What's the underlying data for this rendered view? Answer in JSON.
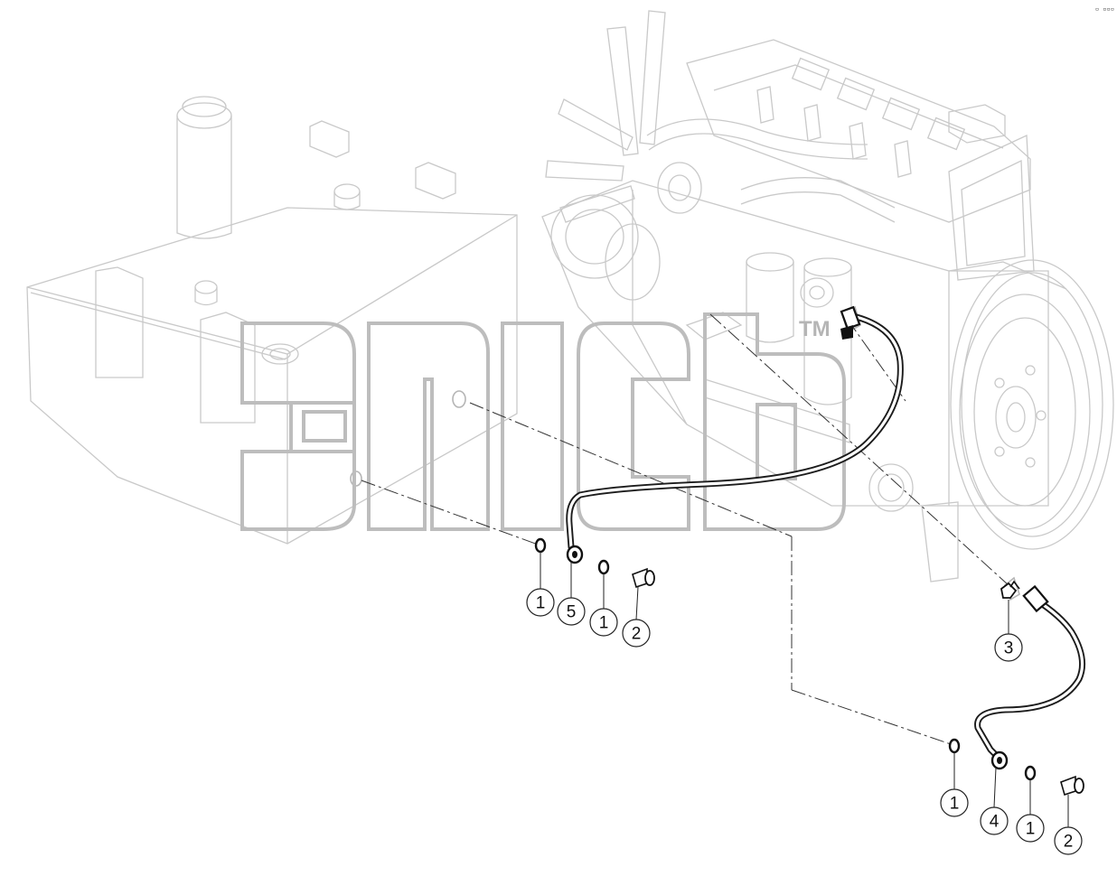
{
  "callouts": [
    {
      "number": "1"
    },
    {
      "number": "5"
    },
    {
      "number": "1"
    },
    {
      "number": "2"
    },
    {
      "number": "3"
    },
    {
      "number": "1"
    },
    {
      "number": "4"
    },
    {
      "number": "1"
    },
    {
      "number": "2"
    }
  ],
  "watermark": {
    "tm": "TM"
  },
  "corner_mark": "▫ ▫▫▫",
  "colors": {
    "linework": "#c9c9c9",
    "hose": "#1c1c1c",
    "callout_stroke": "#222222",
    "watermark": "#bdbdbd"
  }
}
